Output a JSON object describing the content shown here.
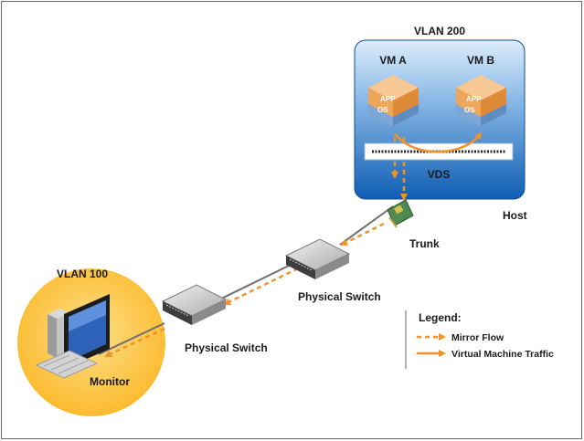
{
  "labels": {
    "vlan200": "VLAN 200",
    "vm_a": "VM A",
    "vm_b": "VM B",
    "vds": "VDS",
    "host": "Host",
    "trunk": "Trunk",
    "switch_upper": "Physical Switch",
    "switch_lower": "Physical Switch",
    "vlan100": "VLAN 100",
    "monitor": "Monitor",
    "app": "APP",
    "os": "OS"
  },
  "legend": {
    "title": "Legend:",
    "items": [
      {
        "label": "Mirror Flow",
        "style": "dashed"
      },
      {
        "label": "Virtual Machine Traffic",
        "style": "solid"
      }
    ]
  },
  "colors": {
    "host_top": "#cfe4f7",
    "host_bottom": "#1463b8",
    "flow": "#f0932b",
    "vlan100_circle": "#fcc23a",
    "link": "#6f6f6f"
  }
}
